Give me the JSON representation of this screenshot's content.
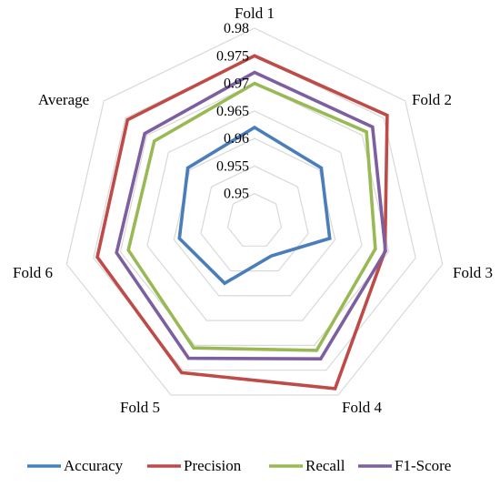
{
  "chart_data": {
    "type": "radar",
    "categories": [
      "Fold 1",
      "Fold 2",
      "Fold 3",
      "Fold 4",
      "Fold 5",
      "Fold 6",
      "Average"
    ],
    "rlim": [
      0.945,
      0.98
    ],
    "ticks": [
      0.95,
      0.955,
      0.96,
      0.965,
      0.97,
      0.975,
      0.98
    ],
    "tick_labels": [
      "0.95",
      "0.955",
      "0.96",
      "0.965",
      "0.97",
      "0.975",
      "0.98"
    ],
    "grid": true,
    "legend_position": "bottom",
    "series": [
      {
        "name": "Accuracy",
        "color": "#4a7ebb",
        "values": [
          0.962,
          0.9605,
          0.959,
          0.952,
          0.9575,
          0.959,
          0.9605
        ]
      },
      {
        "name": "Precision",
        "color": "#be4b48",
        "values": [
          0.975,
          0.9758,
          0.9693,
          0.9787,
          0.9755,
          0.9743,
          0.9745
        ]
      },
      {
        "name": "Recall",
        "color": "#98b954",
        "values": [
          0.97,
          0.971,
          0.9675,
          0.971,
          0.9705,
          0.9685,
          0.9683
        ]
      },
      {
        "name": "F1-Score",
        "color": "#7d5fa0",
        "values": [
          0.972,
          0.9724,
          0.9694,
          0.9727,
          0.9726,
          0.9707,
          0.9705
        ]
      }
    ]
  }
}
